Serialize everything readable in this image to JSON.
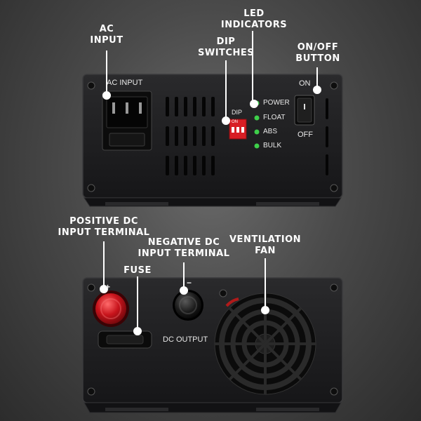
{
  "callouts": {
    "ac_input": [
      "AC",
      "INPUT"
    ],
    "dip_switches": [
      "DIP",
      "SWITCHES"
    ],
    "led_indicators": [
      "LED",
      "INDICATORS"
    ],
    "on_off_button": [
      "ON/OFF",
      "BUTTON"
    ],
    "positive_dc": [
      "POSITIVE DC",
      "INPUT TERMINAL"
    ],
    "negative_dc": [
      "NEGATIVE DC",
      "INPUT TERMINAL"
    ],
    "fuse": "FUSE",
    "ventilation_fan": [
      "VENTILATION",
      "FAN"
    ]
  },
  "front_panel": {
    "ac_input_label": "AC INPUT",
    "dip_label": "DIP",
    "dip_on_label": "ON",
    "leds": [
      "POWER",
      "FLOAT",
      "ABS",
      "BULK"
    ],
    "led_color": "#3ecf4a",
    "switch_on_label": "ON",
    "switch_off_label": "OFF"
  },
  "rear_panel": {
    "plus_label": "+",
    "minus_label": "−",
    "dc_output_label": "DC OUTPUT"
  },
  "colors": {
    "panel": "#1c1c1e",
    "positive_terminal": "#c8141c",
    "negative_terminal": "#1a1a1a",
    "dip_switch": "#d81e24"
  }
}
